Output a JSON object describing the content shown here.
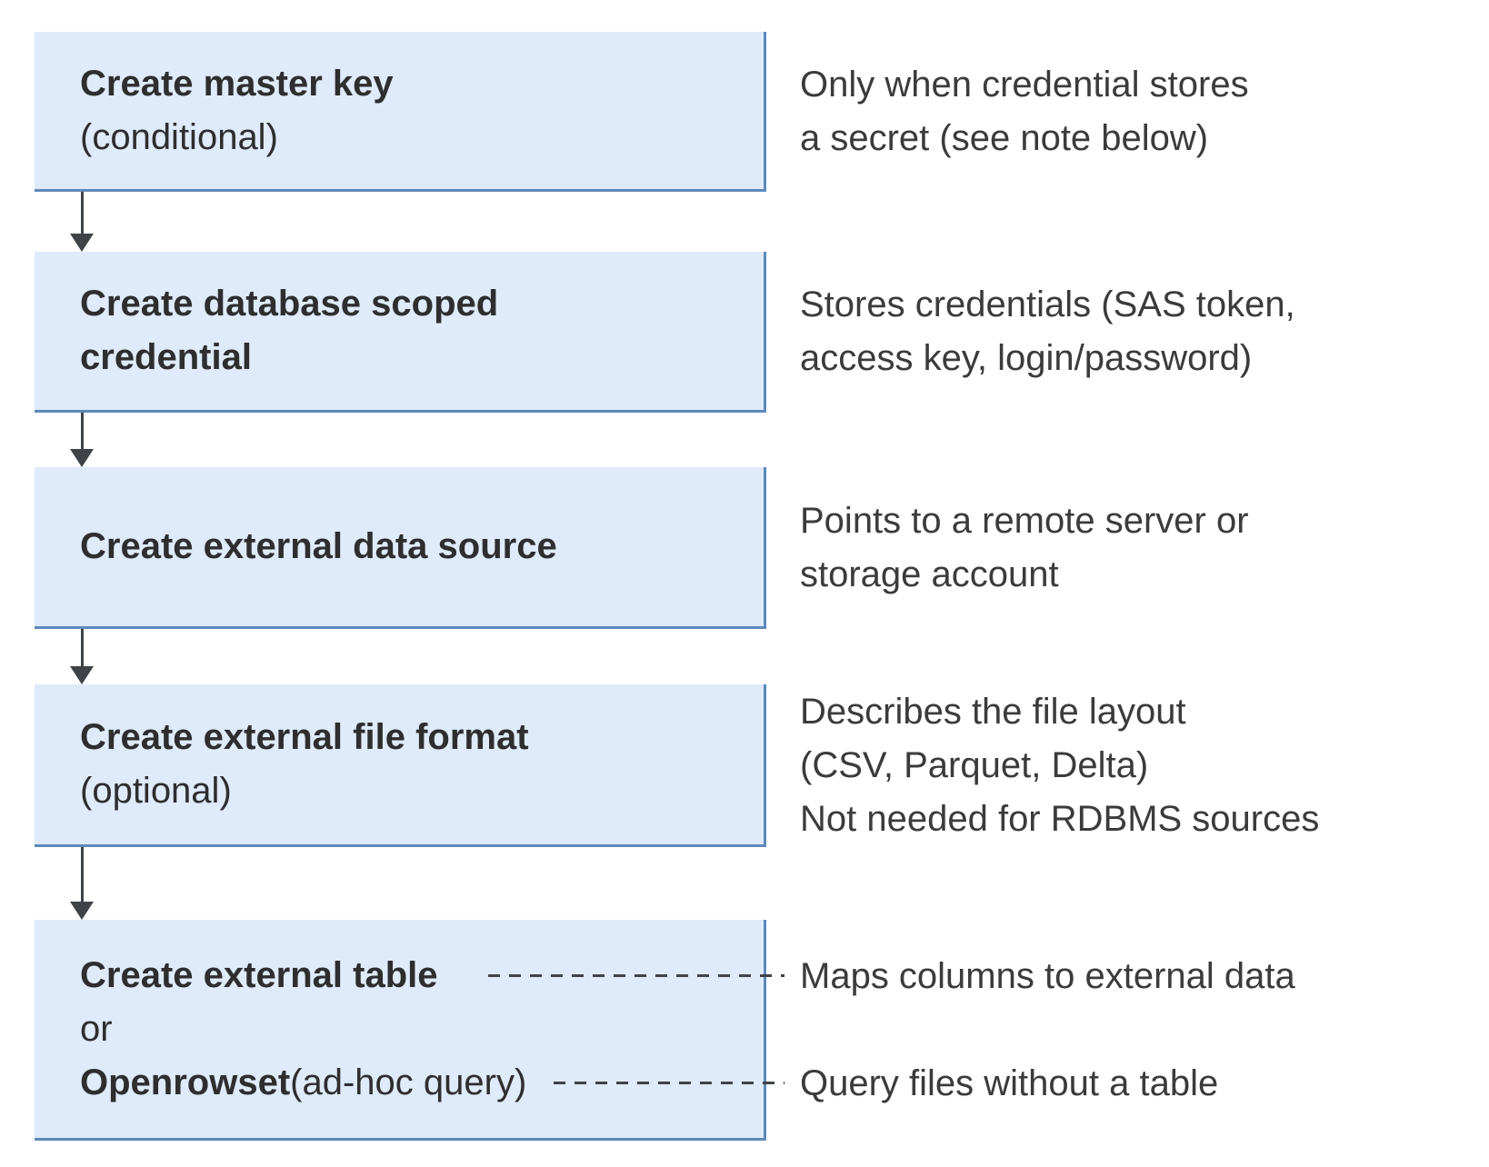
{
  "steps": [
    {
      "line1": "Create master key",
      "line2": "(conditional)",
      "desc1": "Only when credential stores",
      "desc2": "a secret (see note below)"
    },
    {
      "line1": "Create database scoped",
      "line2": "credential",
      "desc1": "Stores credentials (SAS token,",
      "desc2": "access key, login/password)"
    },
    {
      "line1": "Create external data source",
      "desc1": "Points to a remote server or",
      "desc2": "storage account"
    },
    {
      "line1": "Create external file format",
      "line2": "(optional)",
      "desc1": "Describes the file layout",
      "desc2": "(CSV, Parquet, Delta)",
      "desc3": "Not needed for RDBMS sources"
    },
    {
      "line1": "Create external table",
      "line2": "or",
      "line3_bold": "Openrowset",
      "line3_rest": " (ad-hoc query)",
      "desc_table": "Maps columns to external data",
      "desc_openrowset": "Query files without a table"
    }
  ],
  "colors": {
    "box_fill": "#dfeafa",
    "box_border": "#5d89ba",
    "text_title": "#2e2e2e",
    "text_description": "#3b3b3b",
    "connector": "#3f4347",
    "background": "#ffffff"
  }
}
